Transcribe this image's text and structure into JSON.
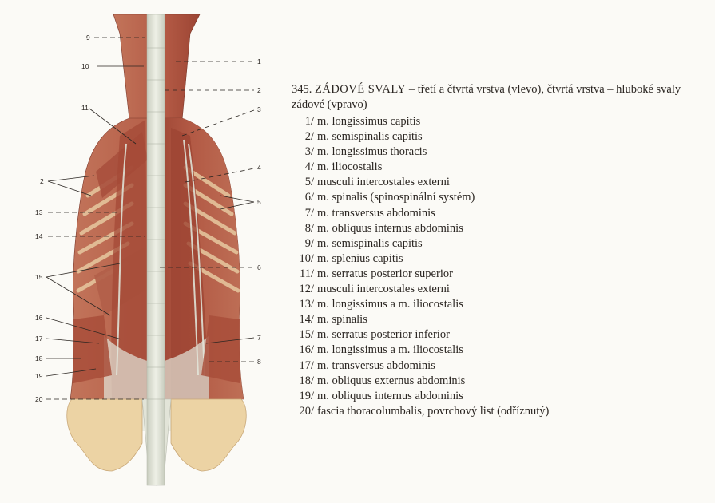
{
  "figure": {
    "number": "345.",
    "title": "ZÁDOVÉ SVALY",
    "description": "– třetí a čtvrtá vrstva (vlevo), čtvrtá vrstva – hluboké svaly zádové (vpravo)"
  },
  "legend": [
    {
      "n": "1/",
      "text": "m. longissimus capitis"
    },
    {
      "n": "2/",
      "text": "m. semispinalis capitis"
    },
    {
      "n": "3/",
      "text": "m. longissimus thoracis"
    },
    {
      "n": "4/",
      "text": "m. iliocostalis"
    },
    {
      "n": "5/",
      "text": "musculi intercostales externi"
    },
    {
      "n": "6/",
      "text": "m. spinalis (spinospinální systém)"
    },
    {
      "n": "7/",
      "text": "m. transversus abdominis"
    },
    {
      "n": "8/",
      "text": "m. obliquus internus abdominis"
    },
    {
      "n": "9/",
      "text": "m. semispinalis capitis"
    },
    {
      "n": "10/",
      "text": "m. splenius capitis"
    },
    {
      "n": "11/",
      "text": "m. serratus posterior superior"
    },
    {
      "n": "12/",
      "text": "musculi intercostales externi"
    },
    {
      "n": "13/",
      "text": "m. longissimus a m. iliocostalis"
    },
    {
      "n": "14/",
      "text": "m. spinalis"
    },
    {
      "n": "15/",
      "text": "m. serratus posterior inferior"
    },
    {
      "n": "16/",
      "text": "m. longissimus a m. iliocostalis"
    },
    {
      "n": "17/",
      "text": "m. transversus abdominis"
    },
    {
      "n": "18/",
      "text": "m. obliquus externus abdominis"
    },
    {
      "n": "19/",
      "text": "m. obliquus internus abdominis"
    },
    {
      "n": "20/",
      "text": "fascia thoracolumbalis, povrchový list (odříznutý)"
    }
  ],
  "callouts": {
    "n1": "1",
    "n2": "2",
    "n3": "3",
    "n4": "4",
    "n5": "5",
    "n6": "6",
    "n7": "7",
    "n8": "8",
    "n9": "9",
    "n10": "10",
    "n11": "11",
    "n2l": "2",
    "n13": "13",
    "n14": "14",
    "n15": "15",
    "n16": "16",
    "n17": "17",
    "n18": "18",
    "n19": "19",
    "n20": "20"
  },
  "colors": {
    "muscle": "#b8644e",
    "muscle_dark": "#8f3f30",
    "tendon": "#d9dccf",
    "bone": "#ecd3a4",
    "paper": "#fbfaf6"
  }
}
